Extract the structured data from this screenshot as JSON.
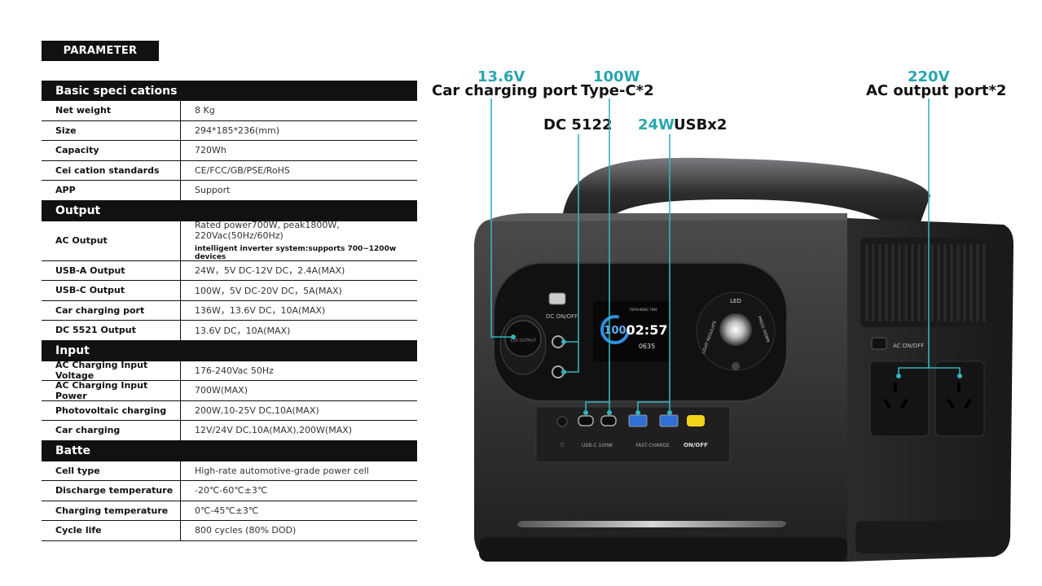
{
  "badge": "PARAMETER",
  "sections": [
    {
      "title": "Basic speci cations",
      "rows": [
        {
          "key": "Net weight",
          "value": "8 Kg"
        },
        {
          "key": "Size",
          "value": "294*185*236(mm)"
        },
        {
          "key": "Capacity",
          "value": "720Wh"
        },
        {
          "key": "Cei cation standards",
          "value": "CE/FCC/GB/PSE/RoHS"
        },
        {
          "key": "APP",
          "value": "Support"
        }
      ]
    },
    {
      "title": "Output",
      "rows": [
        {
          "key": "AC Output",
          "value": "Rated power700W, peak1800W, 220Vac(50Hz/60Hz)",
          "sub": "intelligent inverter system:supports 700~1200w devices"
        },
        {
          "key": "USB-A Output",
          "value": "24W，5V DC-12V DC，2.4A(MAX)"
        },
        {
          "key": "USB-C Output",
          "value": "100W，5V DC-20V DC，5A(MAX)"
        },
        {
          "key": "Car charging port",
          "value": "136W，13.6V DC，10A(MAX)"
        },
        {
          "key": "DC 5521  Output",
          "value": "13.6V DC，10A(MAX)"
        }
      ]
    },
    {
      "title": "Input",
      "rows": [
        {
          "key": "AC Charging Input Voltage",
          "value": "176-240Vac 50Hz"
        },
        {
          "key": "AC Charging Input Power",
          "value": "700W(MAX)"
        },
        {
          "key": "Photovoltaic charging",
          "value": "200W,10-25V DC,10A(MAX)"
        },
        {
          "key": "Car charging",
          "value": "12V/24V DC,10A(MAX),200W(MAX)"
        }
      ]
    },
    {
      "title": "Batte",
      "rows": [
        {
          "key": "Cell type",
          "value": "High-rate automotive-grade power cell"
        },
        {
          "key": "Discharge temperature",
          "value": "-20℃-60℃±3℃"
        },
        {
          "key": "Charging temperature",
          "value": "0℃-45℃±3℃"
        },
        {
          "key": "Cycle life",
          "value": "800 cycles (80% DOD)"
        }
      ]
    }
  ],
  "callouts": {
    "car_port_value": "13.6V",
    "car_port_label": "Car charging port",
    "typec_value": "100W",
    "typec_label": "Type-C*2",
    "dc5122_label": "DC 5122",
    "usb_value": "24W",
    "usb_label": "USBx2",
    "ac_value": "220V",
    "ac_label": "AC output port*2"
  },
  "device": {
    "dc_onoff": "DC ON/OFF",
    "ac_onoff": "AC ON/OFF",
    "led": "LED",
    "light_regulate": "LIGHT REGULATE",
    "press_down": "PRESS DOWN",
    "usbc_label": "USB-C 100W",
    "fast_charge": "FAST-CHARGE",
    "onoff": "ON/OFF",
    "screen_percent": "100",
    "screen_time": "02:57",
    "screen_watts": "0635",
    "screen_caption": "REMAINING TIME",
    "car_socket_text": "12V OUTPUT"
  },
  "colors": {
    "accent": "#35b2bc",
    "yellow_button": "#f2d419",
    "usba_blue": "#2f6fd6"
  }
}
